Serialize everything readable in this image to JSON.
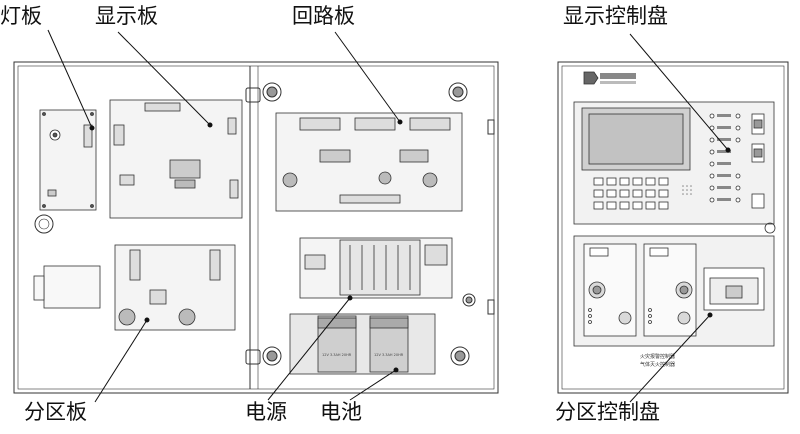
{
  "labels": {
    "lamp_board": "灯板",
    "display_board": "显示板",
    "loop_board": "回路板",
    "display_control_panel": "显示控制盘",
    "zone_board": "分区板",
    "power_supply": "电源",
    "battery": "电池",
    "zone_control_panel": "分区控制盘"
  },
  "panel_text": {
    "fire_alarm_controller": "火灾报警控制器",
    "gas_extinguishing_controller": "气体灭火控制器",
    "battery_label_left": "12V 3.3AH 20HR",
    "battery_label_right": "12V 3.3AH 20HR"
  },
  "colors": {
    "line": "#333333",
    "fill_light": "#f2f2f2",
    "fill_mid": "#d9d9d9",
    "fill_dark": "#9a9a9a",
    "screen": "#c9c9c9"
  }
}
